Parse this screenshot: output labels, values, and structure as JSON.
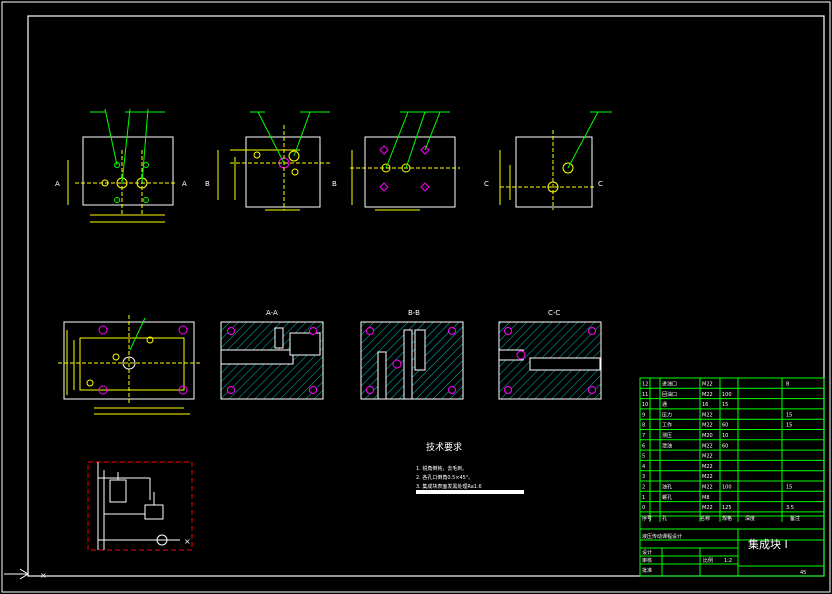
{
  "drawing": {
    "section_labels": [
      "A-A",
      "B-B",
      "C-C"
    ],
    "cut_letters": {
      "a": "A",
      "b": "B",
      "c": "C"
    },
    "tech_title": "技术要求",
    "tech_notes": [
      "1. 锐角倒钝，去毛刺。",
      "2. 各孔口倒角0.5×45°。",
      "3. 集成块表面发黑处理Ra1.6"
    ],
    "title_block": {
      "part_name": "集成块 I",
      "header_cols": [
        "序号",
        "孔",
        "名称",
        "规格",
        "深度",
        "备注"
      ],
      "row_numbers": [
        "12",
        "11",
        "10",
        "9",
        "8",
        "7",
        "6",
        "5",
        "4",
        "3",
        "2",
        "1",
        "0"
      ],
      "rows": [
        {
          "name": "进油口",
          "spec": "M22",
          "depth": "",
          "note": "B"
        },
        {
          "name": "回油口",
          "spec": "M22",
          "depth": "100",
          "note": ""
        },
        {
          "name": "通",
          "spec": "16",
          "depth": "15",
          "note": ""
        },
        {
          "name": "压力",
          "spec": "M22",
          "depth": "",
          "note": "15"
        },
        {
          "name": "工作",
          "spec": "M22",
          "depth": "60",
          "note": "15"
        },
        {
          "name": "测压",
          "spec": "M20",
          "depth": "10",
          "note": ""
        },
        {
          "name": "泄油",
          "spec": "M22",
          "depth": "60",
          "note": ""
        },
        {
          "name": "",
          "spec": "M22",
          "depth": "",
          "note": ""
        },
        {
          "name": "",
          "spec": "M22",
          "depth": "",
          "note": ""
        },
        {
          "name": "",
          "spec": "M22",
          "depth": "",
          "note": ""
        },
        {
          "name": "油孔",
          "spec": "M22",
          "depth": "100",
          "note": "15"
        },
        {
          "name": "螺孔",
          "spec": "M8",
          "depth": "",
          "note": ""
        },
        {
          "name": "",
          "spec": "M22",
          "depth": "125",
          "note": "3.5"
        }
      ],
      "scale": "1:2",
      "material": "45",
      "labels": {
        "design": "设计",
        "check": "审核",
        "approve": "批准",
        "scale_label": "比例"
      },
      "school": "液压传动课程设计"
    }
  },
  "colors": {
    "background": "#000000",
    "frame": "#ffffff",
    "outline": "#ffffff",
    "dimension": "#ffff00",
    "leader": "#00ff00",
    "hole": "#ff00ff",
    "schematic": "#ff0000",
    "hatch": "#00c0c0",
    "title_block": "#00ff00"
  }
}
